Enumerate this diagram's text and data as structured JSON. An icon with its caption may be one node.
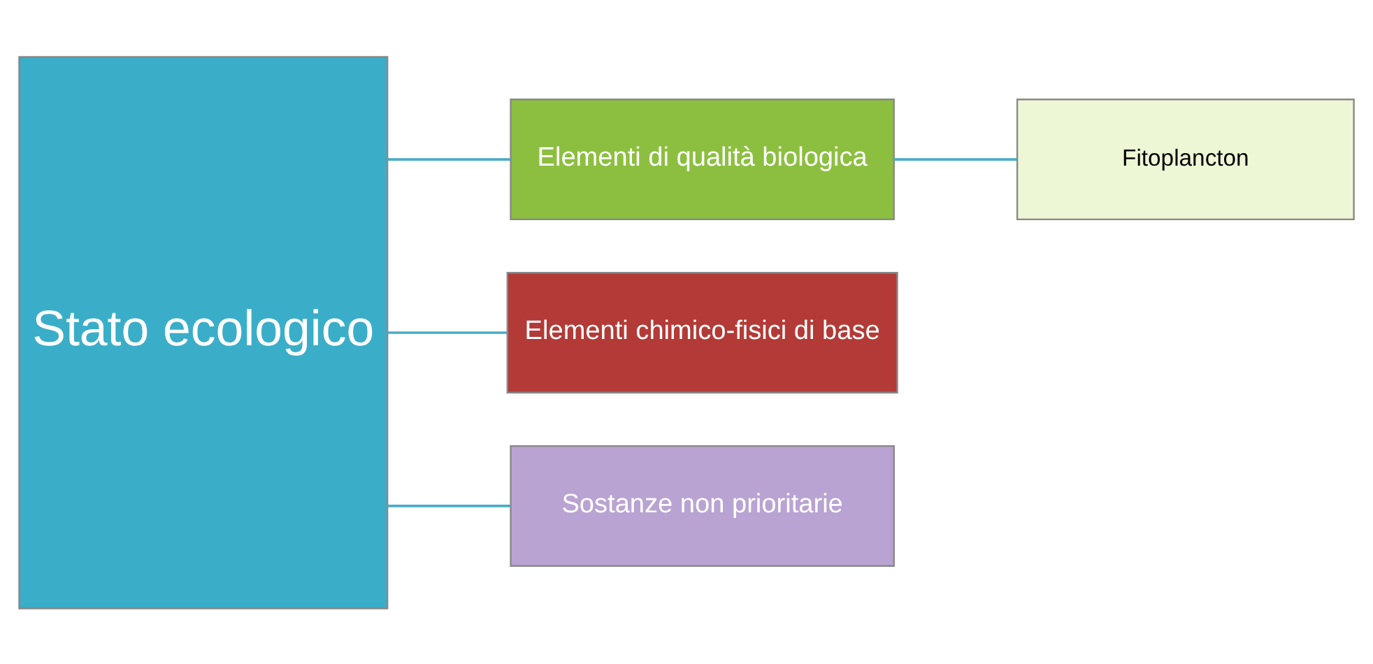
{
  "diagram": {
    "nodes": [
      {
        "text": [
          "Stato ecologico"
        ]
      },
      {
        "text": [
          "Elementi di qualità biologica"
        ]
      },
      {
        "text": [
          "Elementi chimico-fisici di base"
        ]
      },
      {
        "text": [
          "Sostanze non prioritarie"
        ]
      },
      {
        "text": [
          "Fitoplancton"
        ]
      }
    ],
    "edges": [
      {
        "from": 0,
        "to": 1,
        "arrow": "none"
      },
      {
        "from": 0,
        "to": 2,
        "arrow": "none"
      },
      {
        "from": 0,
        "to": 3,
        "arrow": "none"
      },
      {
        "from": 1,
        "to": 4,
        "arrow": "none"
      }
    ]
  }
}
